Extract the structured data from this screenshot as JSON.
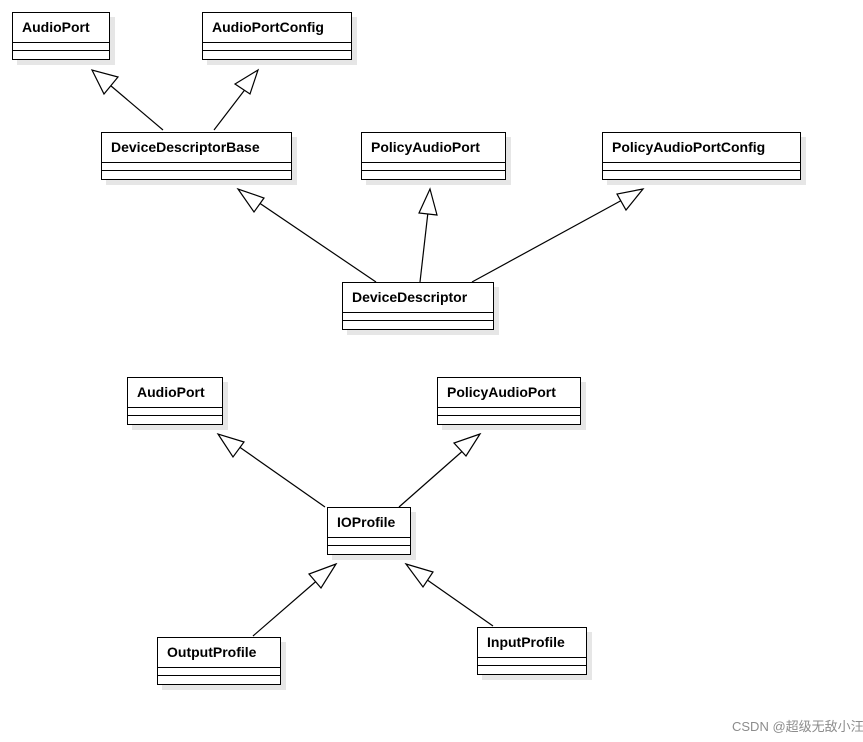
{
  "classes": {
    "audioport1": {
      "name": "AudioPort"
    },
    "audioportconfig": {
      "name": "AudioPortConfig"
    },
    "devicedescriptorbase": {
      "name": "DeviceDescriptorBase"
    },
    "policyaudioport1": {
      "name": "PolicyAudioPort"
    },
    "policyaudioportconfig": {
      "name": "PolicyAudioPortConfig"
    },
    "devicedescriptor": {
      "name": "DeviceDescriptor"
    },
    "audioport2": {
      "name": "AudioPort"
    },
    "policyaudioport2": {
      "name": "PolicyAudioPort"
    },
    "ioprofile": {
      "name": "IOProfile"
    },
    "outputprofile": {
      "name": "OutputProfile"
    },
    "inputprofile": {
      "name": "InputProfile"
    }
  },
  "inheritance": [
    {
      "child": "DeviceDescriptorBase",
      "parent": "AudioPort"
    },
    {
      "child": "DeviceDescriptorBase",
      "parent": "AudioPortConfig"
    },
    {
      "child": "DeviceDescriptor",
      "parent": "DeviceDescriptorBase"
    },
    {
      "child": "DeviceDescriptor",
      "parent": "PolicyAudioPort"
    },
    {
      "child": "DeviceDescriptor",
      "parent": "PolicyAudioPortConfig"
    },
    {
      "child": "IOProfile",
      "parent": "AudioPort"
    },
    {
      "child": "IOProfile",
      "parent": "PolicyAudioPort"
    },
    {
      "child": "OutputProfile",
      "parent": "IOProfile"
    },
    {
      "child": "InputProfile",
      "parent": "IOProfile"
    }
  ],
  "watermark": "CSDN @超级无敌小汪"
}
